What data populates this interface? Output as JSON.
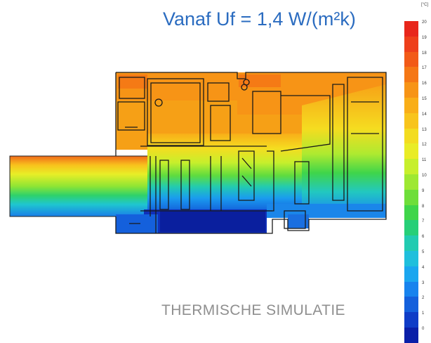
{
  "title": "Vanaf Uf = 1,4 W/(m²k)",
  "caption": "THERMISCHE SIMULATIE",
  "legend": {
    "unit": "[°C]",
    "ticks": [
      "20",
      "19",
      "18",
      "17",
      "16",
      "15",
      "14",
      "13",
      "12",
      "11",
      "10",
      "9",
      "8",
      "7",
      "6",
      "5",
      "4",
      "3",
      "2",
      "1",
      "0"
    ],
    "colors": [
      "#e8261b",
      "#ee3f1a",
      "#f25a17",
      "#f57715",
      "#f79416",
      "#f9ae18",
      "#f8c41c",
      "#f3dc20",
      "#e9ec26",
      "#c7ef2c",
      "#9ee832",
      "#6ede3a",
      "#3fd54a",
      "#27cf78",
      "#22cbb1",
      "#1fbfdc",
      "#1aa6ef",
      "#1783ee",
      "#1460dc",
      "#0f3cc7",
      "#0a1fa8"
    ]
  }
}
